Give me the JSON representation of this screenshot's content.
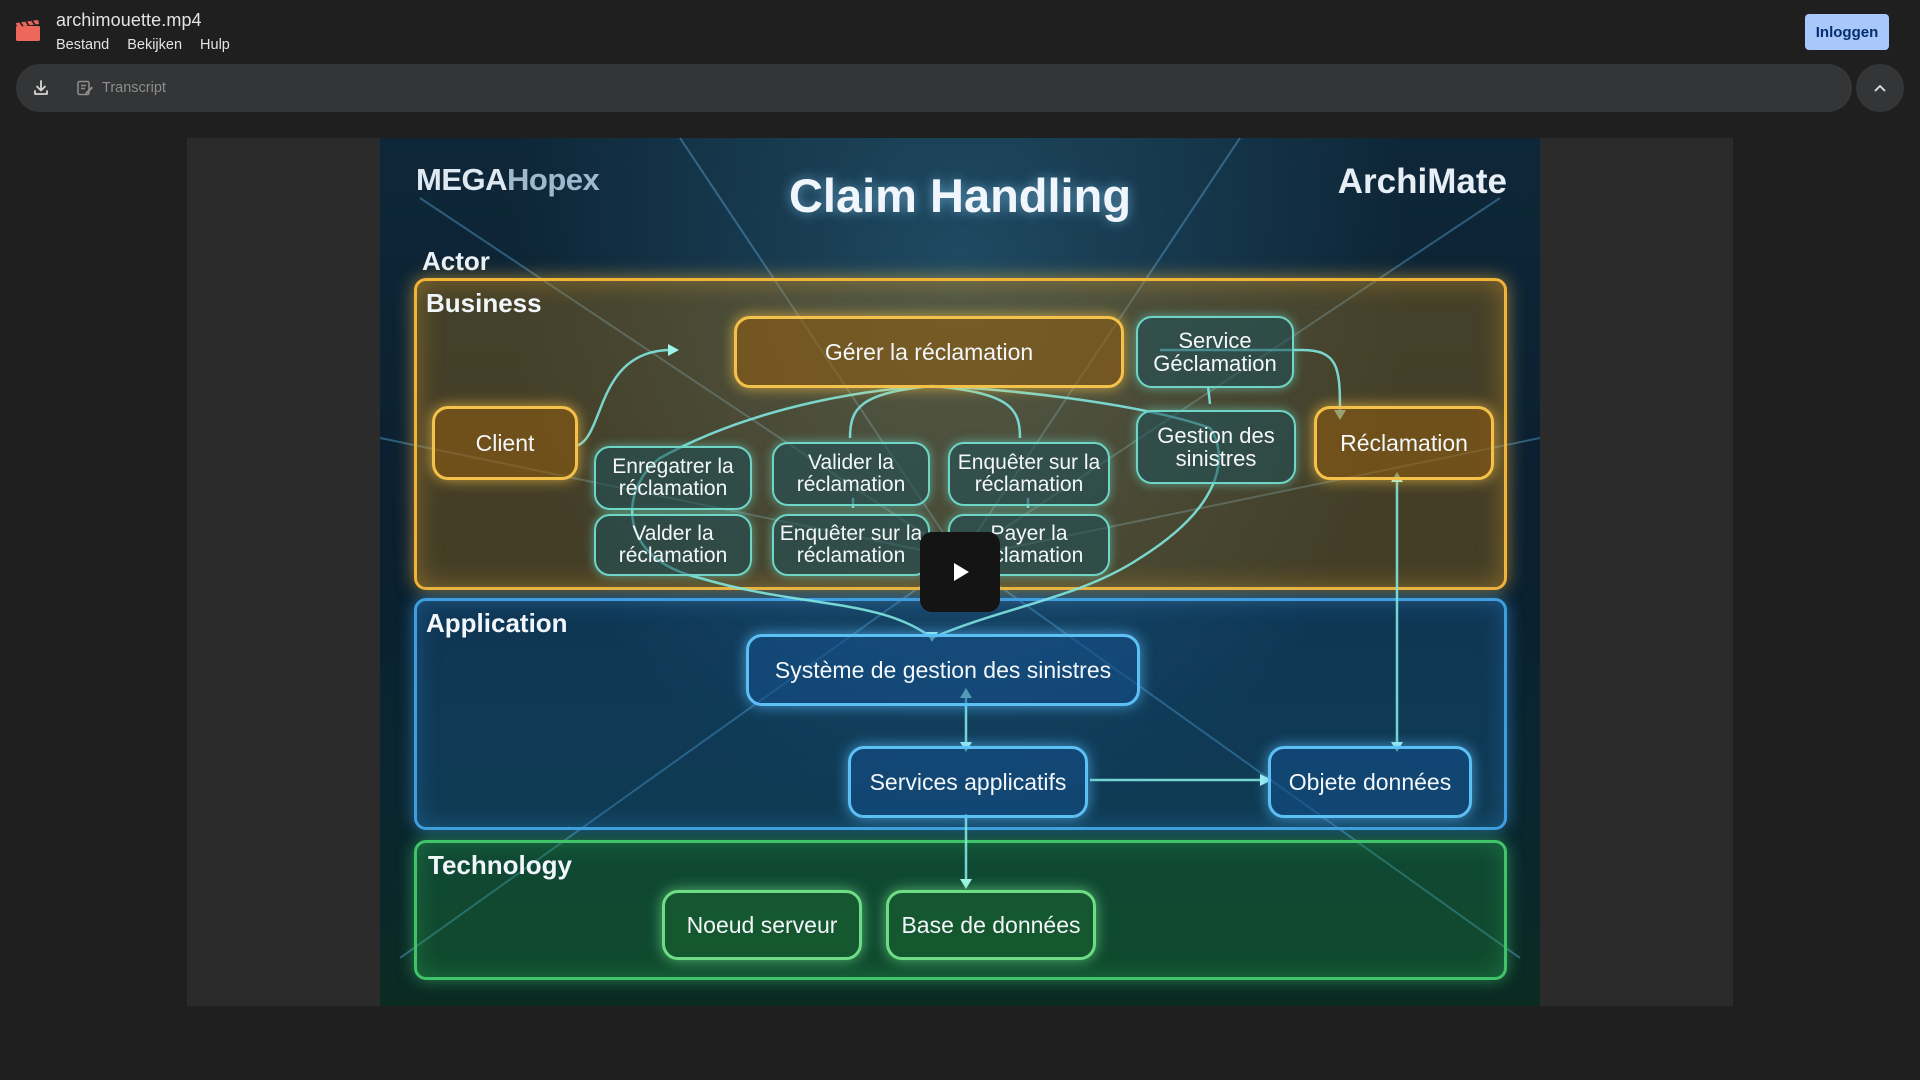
{
  "app": {
    "file_name": "archimouette.mp4",
    "menu": [
      "Bestand",
      "Bekijken",
      "Hulp"
    ],
    "login_label": "Inloggen",
    "accent": "#a8c7fa",
    "file_icon_color": "#ee675c"
  },
  "toolbar": {
    "download_icon": "download-icon",
    "transcript_icon": "transcript-icon",
    "transcript_label": "Transcript",
    "collapse_icon": "chevron-up-icon"
  },
  "video": {
    "brand_left_bold": "MEGA",
    "brand_left_light": "Hopex",
    "brand_right": "ArchiMate",
    "title": "Claim Handling",
    "actor_label": "Actor",
    "layers": {
      "business": "Business",
      "application": "Application",
      "technology": "Technology"
    },
    "business_nodes": {
      "gerer": "Gérer la réclamation",
      "service": "Service Géclamation",
      "client": "Client",
      "enregistrer": "Enregatrer la réclamation",
      "valider_top": "Valider la réclamation",
      "enqueter_top": "Enquêter sur la réclamation",
      "gestion": "Gestion des sinistres",
      "reclamation": "Réclamation",
      "valider_bottom": "Valder la réclamation",
      "enqueter_bottom": "Enquêter sur la réclamation",
      "payer": "Payer la réclamation"
    },
    "application_nodes": {
      "systeme": "Système de gestion des sinistres",
      "services": "Services applicatifs",
      "objets": "Objete données"
    },
    "technology_nodes": {
      "noeud": "Noeud serveur",
      "base": "Base de données"
    },
    "play_icon": "play-icon"
  }
}
